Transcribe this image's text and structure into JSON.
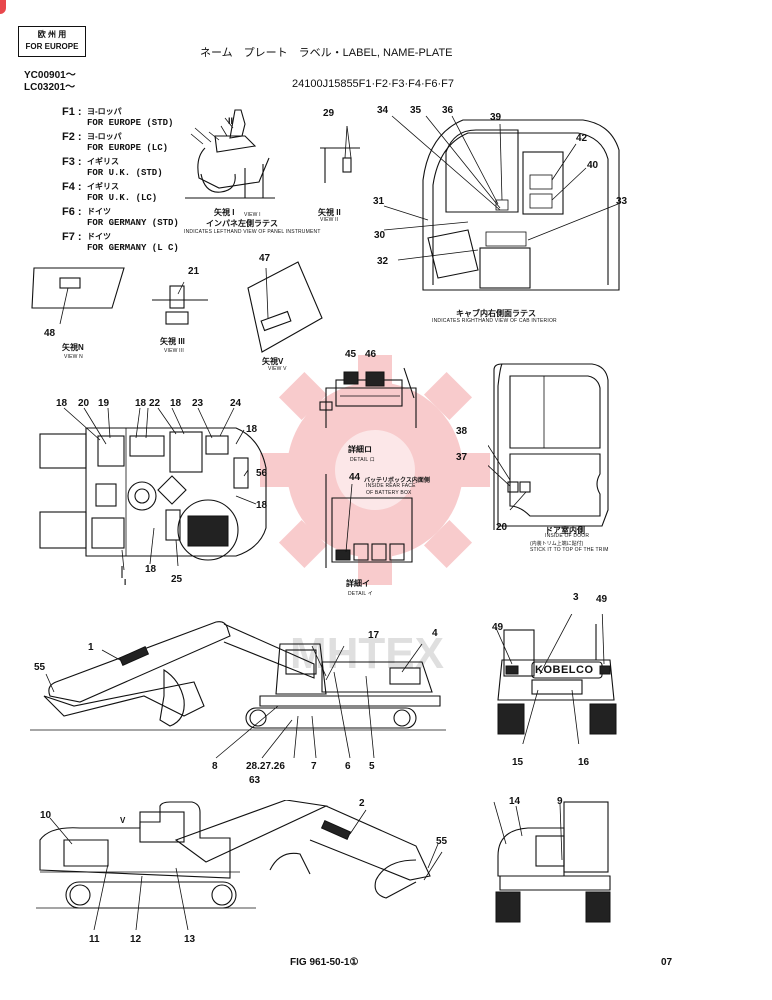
{
  "header": {
    "stamp_line1": "欧 州 用",
    "stamp_line2": "FOR EUROPE",
    "serial_1": "YC00901～",
    "serial_2": "LC03201～",
    "title": "ネーム　プレート　ラベル・LABEL, NAME-PLATE",
    "part_number": "24100J15855F1·F2·F3·F4·F6·F7"
  },
  "variants": [
    {
      "code": "F1 :",
      "jp": "ヨ-ロッパ",
      "en": "FOR EUROPE (STD)"
    },
    {
      "code": "F2 :",
      "jp": "ヨ-ロッパ",
      "en": "FOR EUROPE (LC)"
    },
    {
      "code": "F3 :",
      "jp": "イギリス",
      "en": "FOR U.K. (STD)"
    },
    {
      "code": "F4 :",
      "jp": "イギリス",
      "en": "FOR U.K. (LC)"
    },
    {
      "code": "F6 :",
      "jp": "ドイツ",
      "en": "FOR GERMANY (STD)"
    },
    {
      "code": "F7 :",
      "jp": "ドイツ",
      "en": "FOR GERMANY (L C)"
    }
  ],
  "views": {
    "view1_jp": "矢視 I",
    "view1_en": "VIEW I",
    "panel_jp": "インパネ左側ラテス",
    "panel_en": "INDICATES LEFTHAND VIEW OF PANEL INSTRUMENT",
    "view2_jp": "矢視 II",
    "view2_en": "VIEW II",
    "cab_jp": "キャブ内右側面ラテス",
    "cab_en": "INDICATES RIGHTHAND VIEW OF CAB INTERIOR",
    "view4_jp": "矢視N",
    "view4_en": "VIEW N",
    "view3_jp": "矢視 III",
    "view3_en": "VIEW III",
    "view5_jp": "矢視V",
    "view5_en": "VIEW V",
    "detailRo_jp": "詳細ロ",
    "detailRo_en": "DETAIL ロ",
    "battery_jp": "バッテリボックス内面側",
    "battery_en1": "INSIDE REAR FACE",
    "battery_en2": "OF BATTERY BOX",
    "detailI_jp": "詳細イ",
    "detailI_en": "DETAIL イ",
    "door_jp": "ドア室内側",
    "door_en1": "INSIDE OF DOOR",
    "door_jp2": "(内装トリム上端に貼付)",
    "door_en2": "STICK IT TO TOP OF THE TRIM",
    "arrow_I": "I",
    "arrow_II": "II",
    "arrow_V": "V"
  },
  "callouts": {
    "n1": "1",
    "n2": "2",
    "n3": "3",
    "n4": "4",
    "n5": "5",
    "n6": "6",
    "n7": "7",
    "n8": "8",
    "n9": "9",
    "n10": "10",
    "n11": "11",
    "n12": "12",
    "n13": "13",
    "n14": "14",
    "n15": "15",
    "n16": "16",
    "n17": "17",
    "n18": "18",
    "n19": "19",
    "n20": "20",
    "n21": "21",
    "n22": "22",
    "n23": "23",
    "n24": "24",
    "n25": "25",
    "n29": "29",
    "n30": "30",
    "n31": "31",
    "n32": "32",
    "n33": "33",
    "n34": "34",
    "n35": "35",
    "n36": "36",
    "n37": "37",
    "n38": "38",
    "n39": "39",
    "n40": "40",
    "n42": "42",
    "n44": "44",
    "n45": "45",
    "n46": "46",
    "n47": "47",
    "n48": "48",
    "n49": "49",
    "n55": "55",
    "n56": "56",
    "n63": "63",
    "n28_27_26": "28.27.26"
  },
  "brand": "KOBELCO",
  "watermark": "MHTEX",
  "footer": {
    "figure": "FIG 961-50-1①",
    "page": "07"
  },
  "colors": {
    "watermark": "#e8474c",
    "ink": "#111111"
  }
}
